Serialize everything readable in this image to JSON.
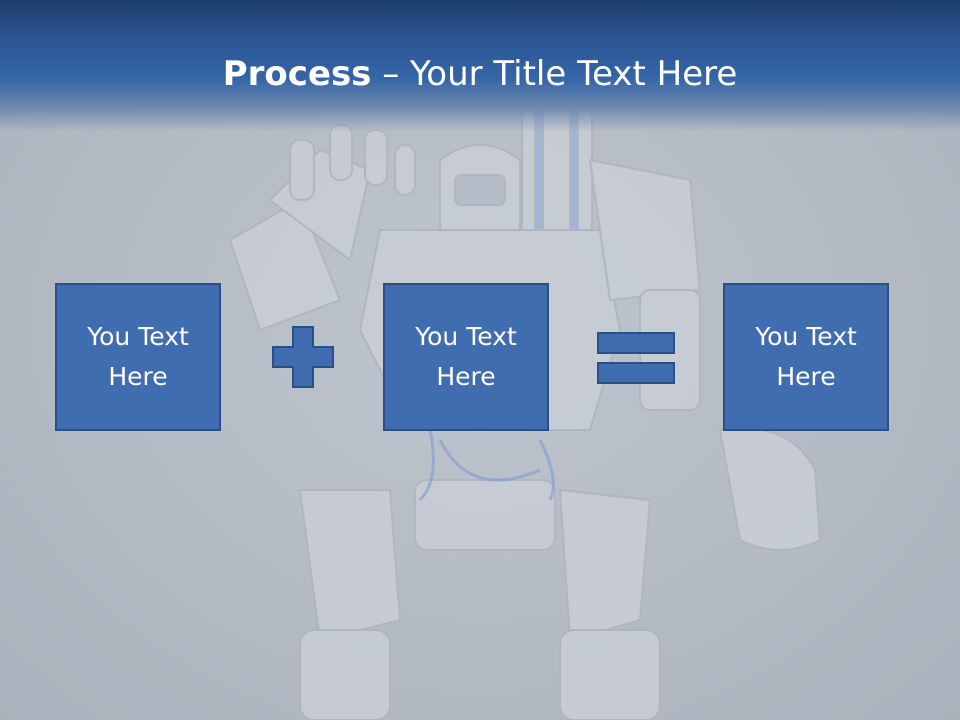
{
  "title": {
    "bold": "Process",
    "rest": " – Your Title Text Here"
  },
  "boxes": [
    {
      "text": "You Text Here"
    },
    {
      "text": "You Text Here"
    },
    {
      "text": "You Text Here"
    }
  ],
  "operators": {
    "first": "plus-icon",
    "second": "equals-icon"
  },
  "colors": {
    "title_bar": "#2a5592",
    "box_fill": "#3f6db0",
    "box_border": "#2a4f86",
    "background": "#bfc5ce"
  }
}
